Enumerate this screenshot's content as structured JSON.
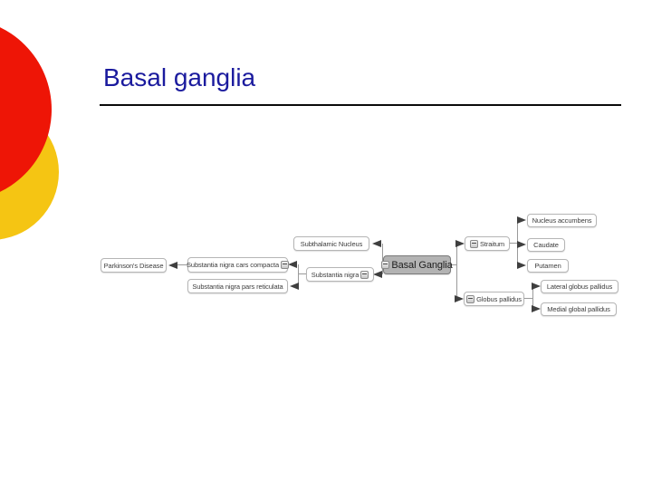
{
  "slide": {
    "title": "Basal ganglia"
  },
  "colors": {
    "title_text": "#1b1b9e",
    "title_rule": "#0a0a0a",
    "circle_red": "#ee1506",
    "circle_yellow": "#f5c513",
    "root_node_fill": "#b3b3b3",
    "node_border": "#b5b5b5",
    "connector_line": "#9a9a9a",
    "arrowhead": "#3f3f3f"
  },
  "diagram": {
    "root": {
      "label": "Basal Ganglia"
    },
    "nodes": {
      "straitum": {
        "label": "Straitum"
      },
      "accumbens": {
        "label": "Nucleus accumbens"
      },
      "caudate": {
        "label": "Caudate"
      },
      "putamen": {
        "label": "Putamen"
      },
      "globus": {
        "label": "Globus pallidus"
      },
      "lateral": {
        "label": "Lateral globus pallidus"
      },
      "medial": {
        "label": "Medial global pallidus"
      },
      "subthalamic": {
        "label": "Subthalamic Nucleus"
      },
      "snigra": {
        "label": "Substantia nigra"
      },
      "snc": {
        "label": "Substantia nigra cars compacta"
      },
      "snr": {
        "label": "Substantia nigra pars reticulata"
      },
      "parkinsons": {
        "label": "Parkinson's Disease"
      }
    }
  }
}
